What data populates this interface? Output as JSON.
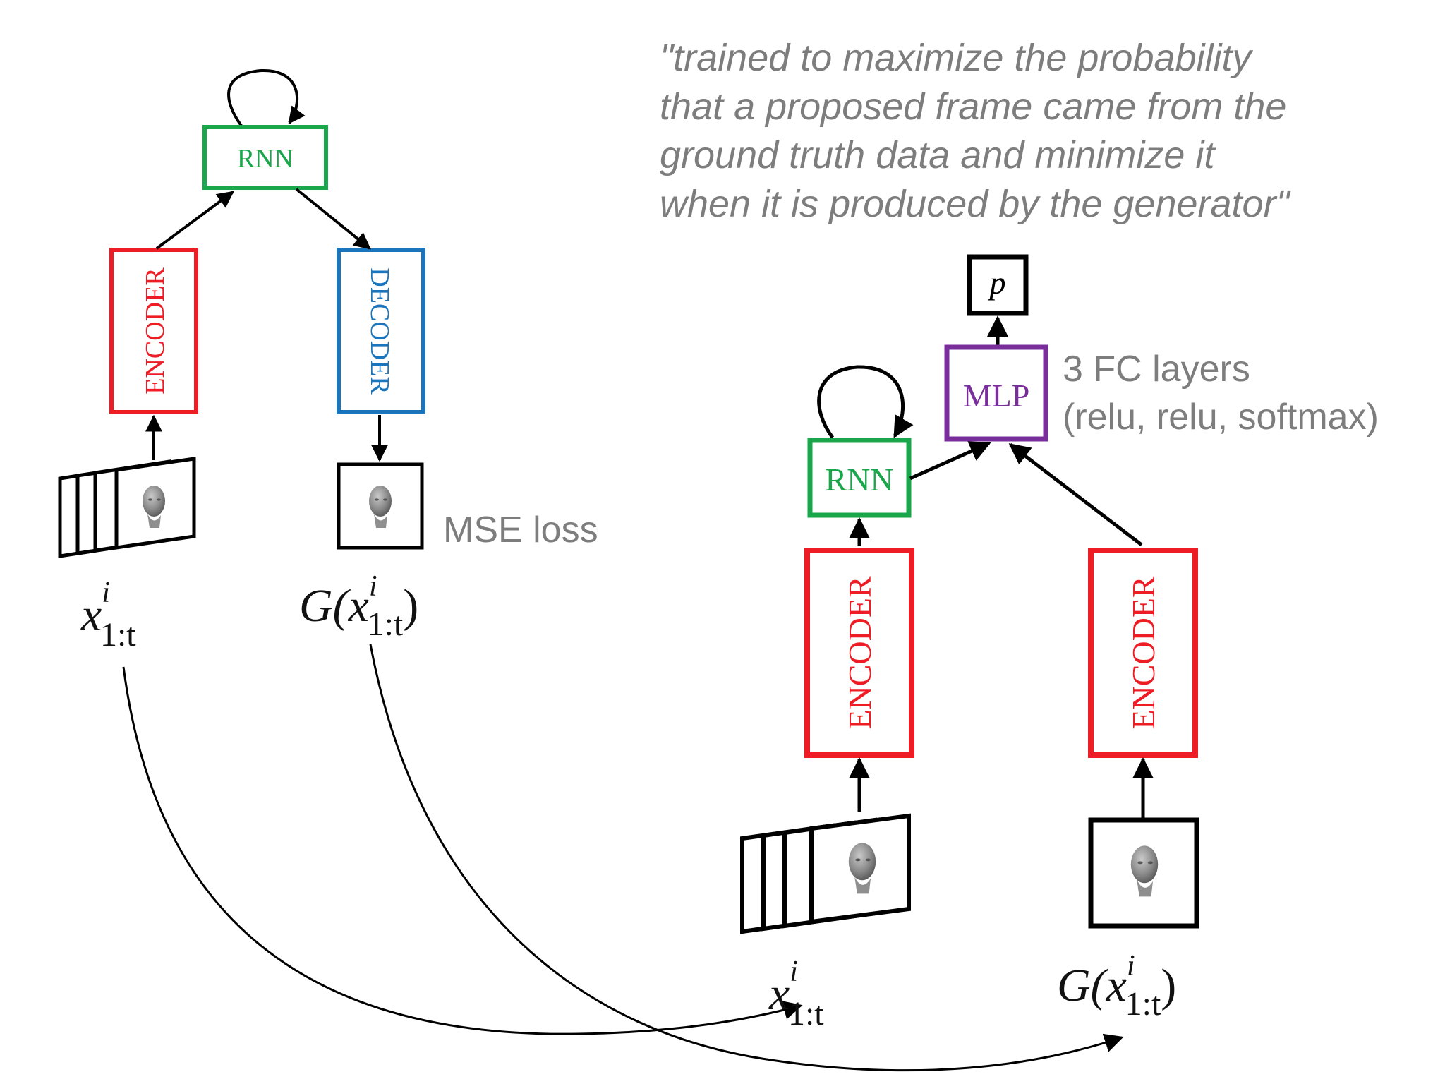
{
  "quote": {
    "lines": [
      "\"trained to maximize the probability",
      "that a proposed frame came from the",
      "ground truth data and minimize it",
      "when it is produced by the generator\""
    ]
  },
  "generator": {
    "rnn_label": "RNN",
    "encoder_label": "ENCODER",
    "decoder_label": "DECODER",
    "loss_label": "MSE loss",
    "input_label": {
      "base": "x",
      "sup": "i",
      "sub": "1:t"
    },
    "output_label": {
      "prefix": "G(",
      "base": "x",
      "sup": "i",
      "sub": "1:t",
      "suffix": ")"
    }
  },
  "discriminator": {
    "output_label": "p",
    "mlp_label": "MLP",
    "mlp_note_line1": "3 FC layers",
    "mlp_note_line2": "(relu, relu, softmax)",
    "rnn_label": "RNN",
    "encoder_left_label": "ENCODER",
    "encoder_right_label": "ENCODER",
    "input_real_label": {
      "base": "x",
      "sup": "i",
      "sub": "1:t"
    },
    "input_fake_label": {
      "prefix": "G(",
      "base": "x",
      "sup": "i",
      "sub": "1:t",
      "suffix": ")"
    }
  },
  "colors": {
    "rnn": "#1aa64a",
    "encoder": "#ee1c24",
    "decoder": "#1b75bc",
    "mlp": "#7a2e9c",
    "annotation": "#7d7d7d",
    "line": "#000000"
  }
}
